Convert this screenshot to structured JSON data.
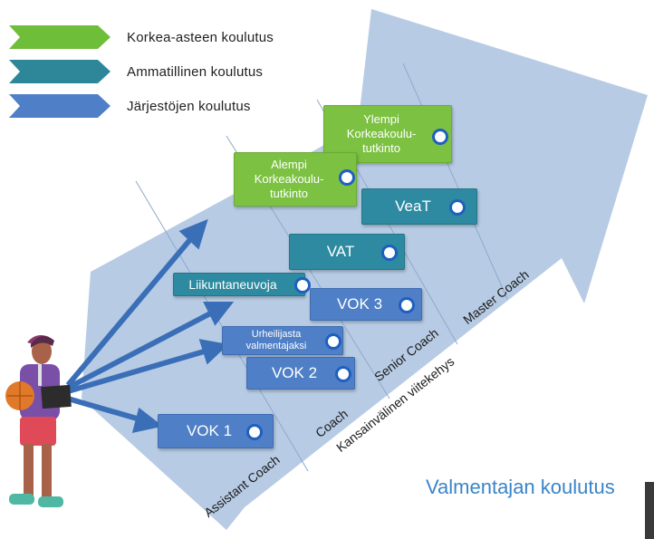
{
  "legend": [
    {
      "label": "Korkea-asteen koulutus",
      "color": "#6fbe3a"
    },
    {
      "label": "Ammatillinen koulutus",
      "color": "#2e8799"
    },
    {
      "label": "Järjestöjen koulutus",
      "color": "#4f7fc6"
    }
  ],
  "boxes": {
    "ylempi": [
      "Ylempi",
      "Korkeakoulu-",
      "tutkinto"
    ],
    "alempi": [
      "Alempi",
      "Korkeakoulu-",
      "tutkinto"
    ],
    "veat": "VeaT",
    "vat": "VAT",
    "liikuntaneuvoja": "Liikuntaneuvoja",
    "vok3": "VOK 3",
    "urheilijasta": [
      "Urheilijasta",
      "valmentajaksi"
    ],
    "vok2": "VOK 2",
    "vok1": "VOK 1"
  },
  "levels": {
    "assistant_coach": "Assistant Coach",
    "coach": "Coach",
    "senior_coach": "Senior Coach",
    "master_coach": "Master Coach",
    "framework": "Kansainvälinen viitekehys"
  },
  "title": "Valmentajan koulutus",
  "colors": {
    "arrow": "#b7cbe4",
    "arrow_line": "#8fa9cc",
    "pointer": "#3a6fb8",
    "dot_border": "#1f5fbf"
  }
}
